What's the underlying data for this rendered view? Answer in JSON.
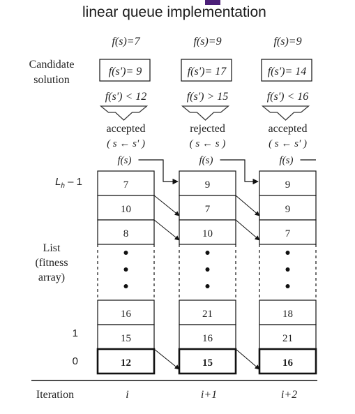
{
  "title": "linear queue implementation",
  "label_candidate": [
    "Candidate",
    "solution"
  ],
  "label_list": [
    "List",
    "(fitness",
    "array)"
  ],
  "label_lh": "L",
  "label_lh_sub": "h",
  "label_lh_suffix": " – 1",
  "row_label_one": "1",
  "row_label_zero": "0",
  "label_iteration": "Iteration",
  "fs_label": "f(s)",
  "columns": [
    {
      "fs": "f(s)=7",
      "candidate": "f(s')= 9",
      "condition": "f(s') < 12",
      "decision": "accepted",
      "assignment": "( s ← s' )",
      "top_cells": [
        "7",
        "10",
        "8"
      ],
      "bottom_cells": [
        "16",
        "15",
        "12"
      ],
      "iteration": "i"
    },
    {
      "fs": "f(s)=9",
      "candidate": "f(s')= 17",
      "condition": "f(s') > 15",
      "decision": "rejected",
      "assignment": "( s ← s )",
      "top_cells": [
        "9",
        "7",
        "10"
      ],
      "bottom_cells": [
        "21",
        "16",
        "15"
      ],
      "iteration": "i+1"
    },
    {
      "fs": "f(s)=9",
      "candidate": "f(s')= 14",
      "condition": "f(s') < 16",
      "decision": "accepted",
      "assignment": "( s ← s' )",
      "top_cells": [
        "9",
        "9",
        "7"
      ],
      "bottom_cells": [
        "18",
        "21",
        "16"
      ],
      "iteration": "i+2"
    }
  ]
}
